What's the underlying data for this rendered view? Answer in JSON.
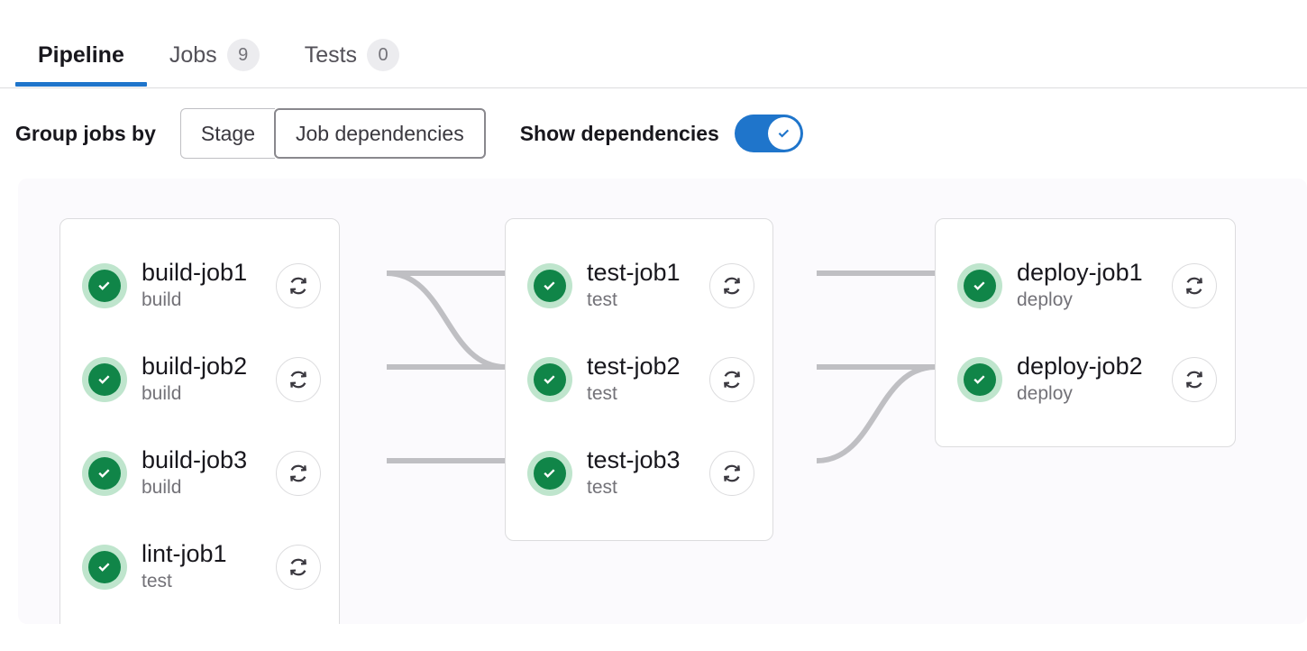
{
  "tabs": [
    {
      "label": "Pipeline",
      "badge": null,
      "active": true
    },
    {
      "label": "Jobs",
      "badge": "9",
      "active": false
    },
    {
      "label": "Tests",
      "badge": "0",
      "active": false
    }
  ],
  "controls": {
    "group_by_label": "Group jobs by",
    "group_by_options": [
      {
        "label": "Stage",
        "selected": false
      },
      {
        "label": "Job dependencies",
        "selected": true
      }
    ],
    "show_dependencies_label": "Show dependencies",
    "show_dependencies_on": true
  },
  "colors": {
    "accent_blue": "#1f75cb",
    "success_green": "#108548",
    "success_halo": "#bfe5cd",
    "link_gray": "#bfbfc3",
    "canvas_bg": "#fbfafd",
    "card_border": "#dcdcde",
    "badge_bg": "#ececef"
  },
  "pipeline": {
    "columns": [
      {
        "name": "build-column",
        "jobs": [
          {
            "name": "build-job1",
            "stage": "build",
            "status": "success",
            "retry_icon": "retry-icon"
          },
          {
            "name": "build-job2",
            "stage": "build",
            "status": "success",
            "retry_icon": "retry-icon"
          },
          {
            "name": "build-job3",
            "stage": "build",
            "status": "success",
            "retry_icon": "retry-icon"
          },
          {
            "name": "lint-job1",
            "stage": "test",
            "status": "success",
            "retry_icon": "retry-icon"
          }
        ]
      },
      {
        "name": "test-column",
        "jobs": [
          {
            "name": "test-job1",
            "stage": "test",
            "status": "success",
            "retry_icon": "retry-icon"
          },
          {
            "name": "test-job2",
            "stage": "test",
            "status": "success",
            "retry_icon": "retry-icon"
          },
          {
            "name": "test-job3",
            "stage": "test",
            "status": "success",
            "retry_icon": "retry-icon"
          }
        ]
      },
      {
        "name": "deploy-column",
        "jobs": [
          {
            "name": "deploy-job1",
            "stage": "deploy",
            "status": "success",
            "retry_icon": "retry-icon"
          },
          {
            "name": "deploy-job2",
            "stage": "deploy",
            "status": "success",
            "retry_icon": "retry-icon"
          }
        ]
      }
    ],
    "links": [
      {
        "from": "build-job1",
        "to": "test-job1"
      },
      {
        "from": "build-job1",
        "to": "test-job2"
      },
      {
        "from": "build-job2",
        "to": "test-job2"
      },
      {
        "from": "build-job3",
        "to": "test-job3"
      },
      {
        "from": "test-job1",
        "to": "deploy-job1"
      },
      {
        "from": "test-job2",
        "to": "deploy-job2"
      },
      {
        "from": "test-job3",
        "to": "deploy-job2"
      }
    ]
  }
}
